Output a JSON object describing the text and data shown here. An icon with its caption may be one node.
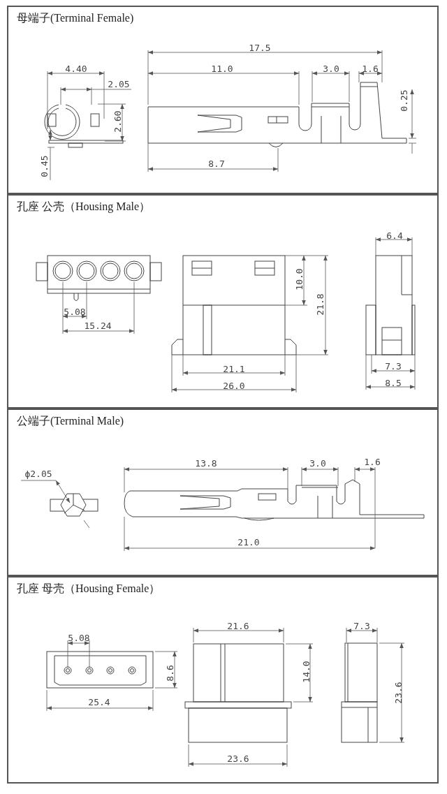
{
  "diagram": {
    "nodes": [
      {
        "text": [
          "母端子(Terminal Female)"
        ]
      },
      {
        "text": [
          "孔座 公壳（Housing Male）"
        ]
      },
      {
        "text": [
          "公端子(Terminal Male)"
        ]
      },
      {
        "text": [
          "孔座 母壳（Housing Female）"
        ]
      }
    ],
    "labels": [
      "17.5",
      "4.40",
      "11.0",
      "3.0",
      "1.6",
      "2.05",
      "0.25",
      "2.60",
      "8.7",
      "0.45",
      "6.4",
      "10.0",
      "21.8",
      "5.08",
      "15.24",
      "21.1",
      "7.3",
      "26.0",
      "8.5",
      "ϕ2.05",
      "13.8",
      "3.0",
      "1.6",
      "21.0",
      "21.6",
      "7.3",
      "5.08",
      "8.6",
      "14.0",
      "23.6",
      "25.4",
      "23.6"
    ]
  }
}
